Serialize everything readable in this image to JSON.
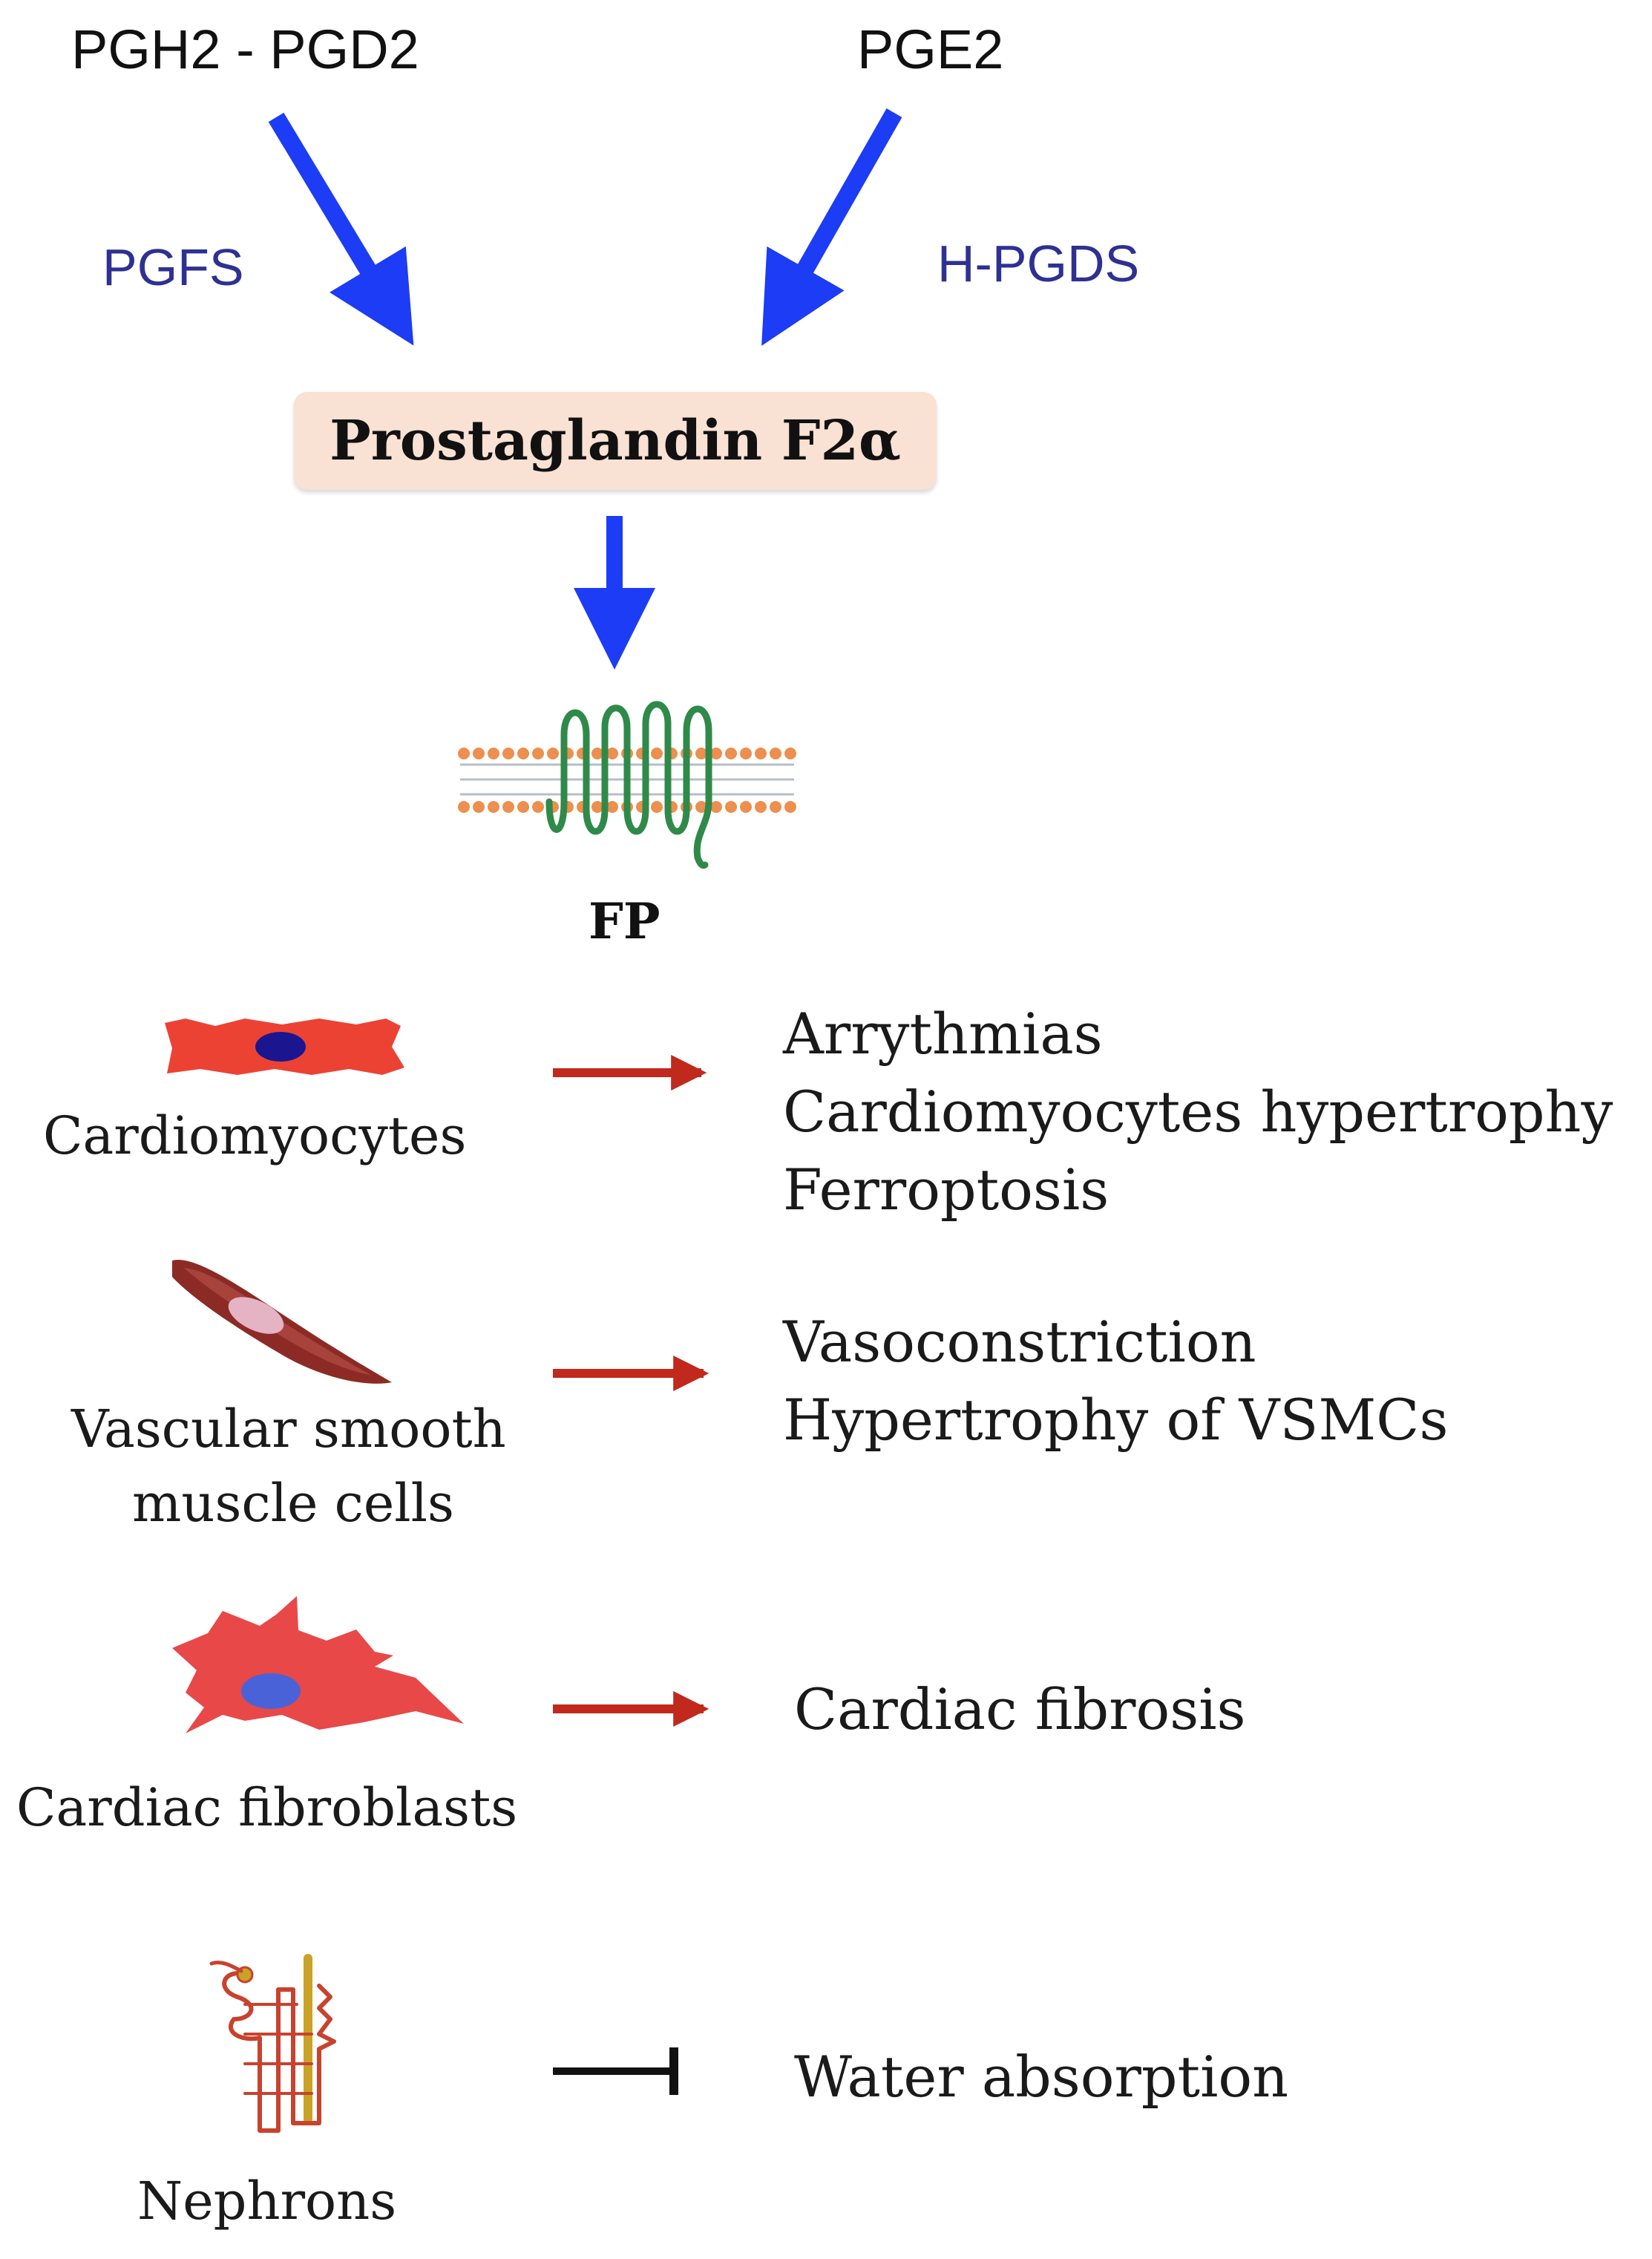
{
  "substrates": {
    "left": "PGH2 - PGD2",
    "right": "PGE2"
  },
  "enzymes": {
    "left": "PGFS",
    "right": "H-PGDS"
  },
  "product": "Prostaglandin F2α",
  "receptor": "FP",
  "cells": [
    {
      "label": "Cardiomyocytes",
      "effects": [
        "Arrythmias",
        "Cardiomyocytes hypertrophy",
        "Ferroptosis"
      ]
    },
    {
      "label_lines": [
        "Vascular smooth",
        "muscle cells"
      ],
      "effects": [
        "Vasoconstriction",
        "Hypertrophy of VSMCs"
      ]
    },
    {
      "label": "Cardiac fibroblasts",
      "effects": [
        "Cardiac fibrosis"
      ]
    },
    {
      "label": "Nephrons",
      "effects": [
        "Water absorption"
      ]
    }
  ],
  "colors": {
    "pathway_arrow": "#1c3cf5",
    "enzyme_text": "#2e3192",
    "effect_arrow": "#c0291c",
    "inhibit": "#111111",
    "box_fill": "#f9e1d3",
    "receptor_green": "#2f8a4a",
    "membrane_orange": "#ec8f4f"
  }
}
